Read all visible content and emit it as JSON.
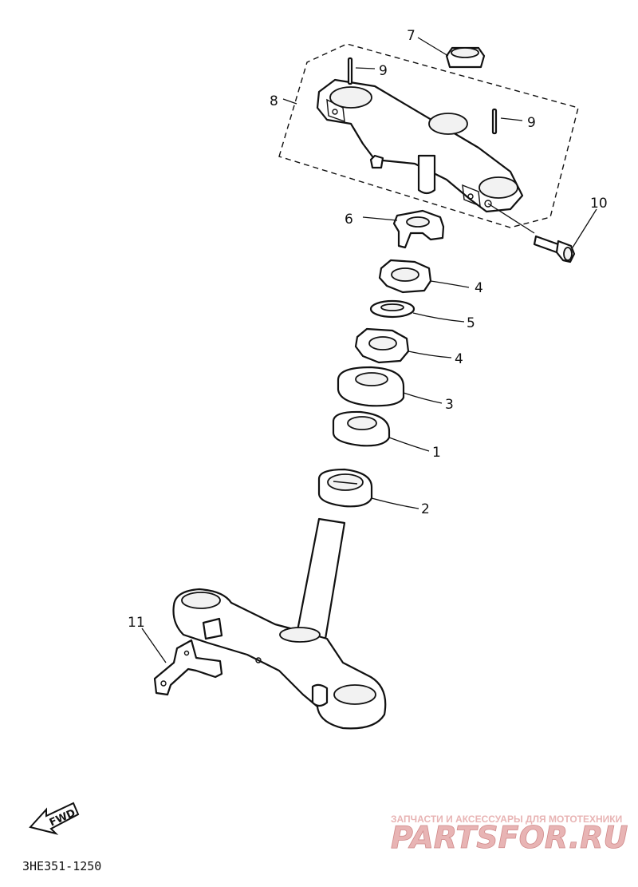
{
  "callouts": {
    "c1": "1",
    "c2": "2",
    "c3": "3",
    "c4a": "4",
    "c4b": "4",
    "c5": "5",
    "c6": "6",
    "c7": "7",
    "c8": "8",
    "c9a": "9",
    "c9b": "9",
    "c10": "10",
    "c11": "11"
  },
  "fwd_label": "FWD",
  "diagram_code": "3HE351-1250",
  "watermark": {
    "tagline": "ЗАПЧАСТИ И АКСЕССУАРЫ ДЛЯ МОТОТЕХНИКИ",
    "logo": "PARTSFOR.RU",
    "color": "#e8b4b4"
  }
}
